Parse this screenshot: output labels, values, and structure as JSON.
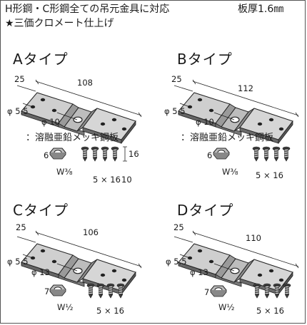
{
  "header": {
    "line1": "H形鋼・C形鋼全ての吊元金具に対応",
    "thickness": "板厚1.6㎜",
    "line2": "★三価クロメート仕上げ"
  },
  "panels": {
    "A": {
      "title": "Aタイプ",
      "dim_width": "25",
      "dim_length": "108",
      "hole_small": "φ 5.5",
      "hole_large": "φ 10",
      "material": "：溶融亜鉛メッキ鋼板",
      "nut_size": "6",
      "nut_label": "W⅜",
      "screw_label": "5 × 16",
      "screw_dim_height": "16",
      "screw_dim_width": "10"
    },
    "B": {
      "title": "Bタイプ",
      "dim_width": "25",
      "dim_length": "112",
      "hole_small": "φ 5.5",
      "hole_large": "φ 10",
      "material": "：溶融亜鉛メッキ鋼板",
      "nut_size": "6",
      "nut_label": "W⅜",
      "screw_label": "5 × 16"
    },
    "C": {
      "title": "Cタイプ",
      "dim_width": "25",
      "dim_length": "106",
      "hole_small": "φ 5.5",
      "hole_large": "φ 13",
      "nut_size": "7",
      "nut_label": "W½",
      "screw_label": "5 × 16"
    },
    "D": {
      "title": "Dタイプ",
      "dim_width": "25",
      "dim_length": "110",
      "hole_small": "φ 5.5",
      "hole_large": "φ 13",
      "nut_size": "7",
      "nut_label": "W½",
      "screw_label": "5 × 16"
    }
  }
}
